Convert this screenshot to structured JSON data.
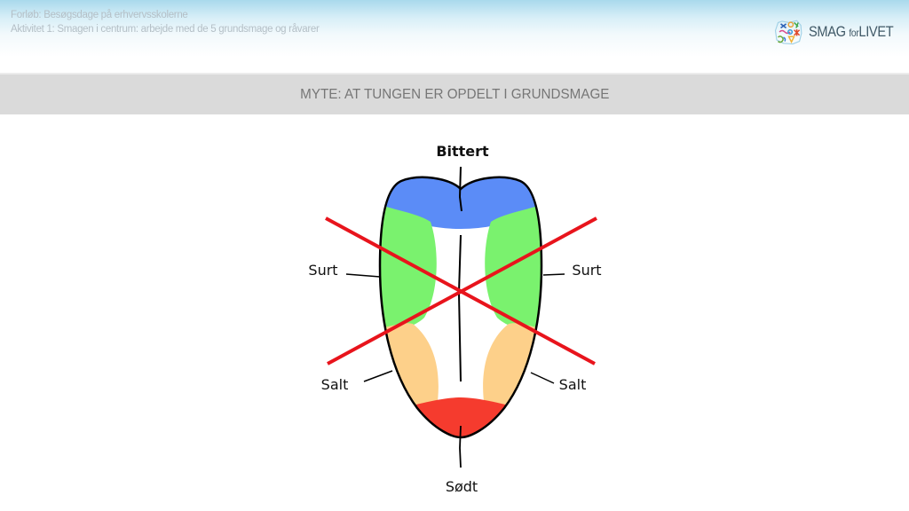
{
  "header": {
    "breadcrumb_course": "Forløb: Besøgsdage på erhvervsskolerne",
    "breadcrumb_activity": "Aktivitet 1: Smagen i centrum: arbejde med de 5 grundsmage og råvarer",
    "logo": {
      "icon": "smag-for-livet-logo-icon",
      "text_main": "SMAG",
      "text_for": "for",
      "text_end": "LIVET"
    }
  },
  "slide": {
    "title": "MYTE: AT TUNGEN ER OPDELT I GRUNDSMAGE"
  },
  "diagram": {
    "labels": {
      "top": "Bittert",
      "left_upper": "Surt",
      "right_upper": "Surt",
      "left_lower": "Salt",
      "right_lower": "Salt",
      "bottom": "Sødt"
    },
    "colors": {
      "bitter": "#5b8cf7",
      "sour": "#7af26e",
      "salt": "#fdd08a",
      "sweet": "#f53b2e",
      "cross": "#e8141c",
      "outline": "#000000"
    },
    "cross_out": "myth-crossed-out"
  }
}
